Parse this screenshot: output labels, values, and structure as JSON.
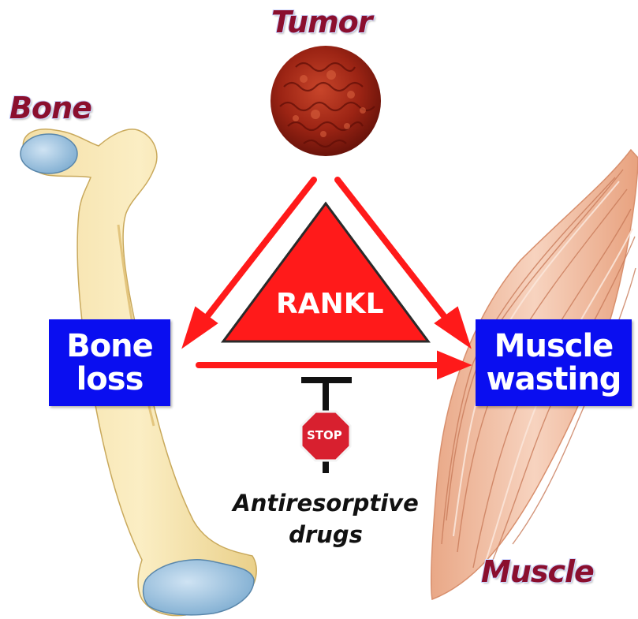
{
  "labels": {
    "tumor": "Tumor",
    "bone": "Bone",
    "muscle": "Muscle",
    "rankl": "RANKL",
    "bone_loss_line1": "Bone",
    "bone_loss_line2": "loss",
    "muscle_wasting_line1": "Muscle",
    "muscle_wasting_line2": "wasting",
    "stop": "STOP",
    "drugs_line1": "Antiresorptive",
    "drugs_line2": "drugs"
  },
  "colors": {
    "arrow": "#ff1a1a",
    "box": "#0a0ef0",
    "title_text": "#8b0f2e",
    "triangle": "#ff1a1a",
    "stop_sign": "#d8202f"
  },
  "icons": {
    "tumor": "tumor-cell-icon",
    "bone": "femur-bone-icon",
    "muscle": "muscle-icon",
    "stop": "stop-sign-icon"
  }
}
